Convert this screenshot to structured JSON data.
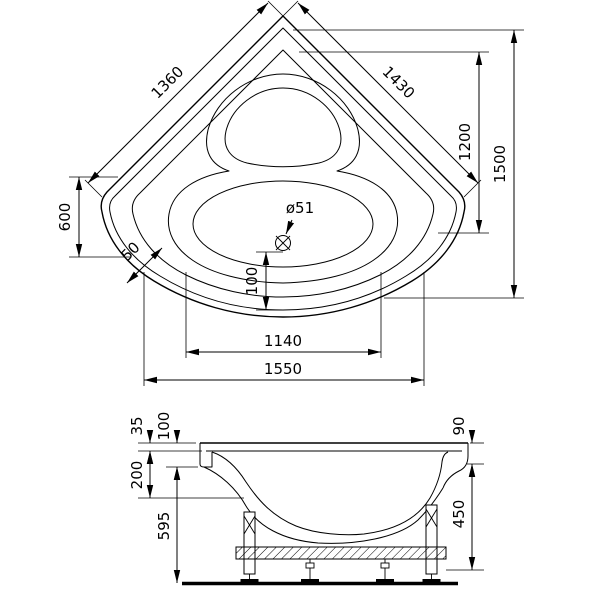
{
  "colors": {
    "line": "#000000",
    "background": "#ffffff"
  },
  "top": {
    "d1360": "1360",
    "d1430": "1430",
    "d1200": "1200",
    "d1500": "1500",
    "d600": "600",
    "d50": "50",
    "drain": "ø51",
    "d100": "100",
    "d1140": "1140",
    "d1550": "1550"
  },
  "side": {
    "d35": "35",
    "d100": "100",
    "d200": "200",
    "d595": "595",
    "d90": "90",
    "d450": "450"
  }
}
